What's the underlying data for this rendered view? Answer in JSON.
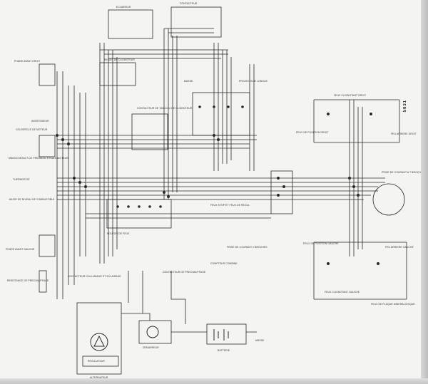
{
  "labels": {
    "top_box_1": "ECLAIREUR",
    "top_box_2": "CONTACTEUR",
    "relais": "RELAIS DE CLIGNOTEUR",
    "phare_avant_droit": "PHARE AVANT DROIT",
    "avertisseur": "AVERTISSEUR",
    "masse": "MASSE",
    "projecteur_longue": "PROJECTEUR LONGUE",
    "contacteur_tableau": "CONTACTEUR DE TABLEAU DE CLIGNOTEUR",
    "feux_clignot_droit": "FEUX CLIGNOTANT DROIT",
    "feu_position_droit": "FEUX DE POSITION DROIT",
    "feu_arriere_droit": "FEU ARRIERE DROIT",
    "couvercle_moteur": "COUVERCLE DE MOTEUR",
    "manocontact": "MANOCONTACT DE PRESSION D'HUILE MOTEUR",
    "thermostat": "THERMOSTAT",
    "jauge": "JAUGE DE NIVEAU DE COMBUSTIBLE",
    "prise_courant": "PRISE DE COURANT A 7 BROCHES",
    "feux_stop": "FEUX STOP ET FEUX DE RECUL",
    "bouton_feux": "BOUTON DE FEUX",
    "prise_courant_2": "PRISE DE COURANT 2 BROCHES",
    "phare_avant_gauche": "PHARE AVANT GAUCHE",
    "compteur": "COMPTEUR COMBINE",
    "feux_position_gauche": "FEUX DE POSITION GAUCHE",
    "feu_arriere_gauche": "FEU ARRIERE GAUCHE",
    "resistance": "RESISTANCE DE PRECHAUFFAGE",
    "contacteur_allumage": "CONTACTEUR D'ALLUMAGE ET ECLAIRAGE",
    "contacteur_prechauffage": "CONTACTEUR DE PRECHAUFFAGE",
    "feux_clignot_gauche": "FEUX CLIGNOTANT GAUCHE",
    "feux_plaque": "FEUX DE PLAQUE MINERALOGIQUE",
    "alternateur": "ALTERNATEUR",
    "regulateur": "REGULATEUR",
    "demarreur": "DEMARREUR",
    "batterie": "BATTERIE",
    "masse_2": "MASSE",
    "side_mark": "5831"
  }
}
